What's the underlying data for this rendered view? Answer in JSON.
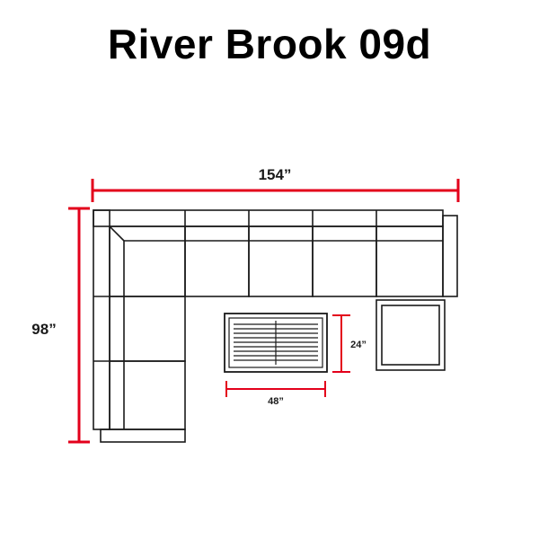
{
  "title": "River Brook 09d",
  "dimensions": {
    "overall_width": "154”",
    "overall_depth": "98”",
    "table_width": "48”",
    "table_depth": "24”"
  },
  "colors": {
    "dimension_line": "#e3001b",
    "furniture_outline": "#1a1a1a",
    "title": "#000000",
    "background": "#ffffff"
  }
}
